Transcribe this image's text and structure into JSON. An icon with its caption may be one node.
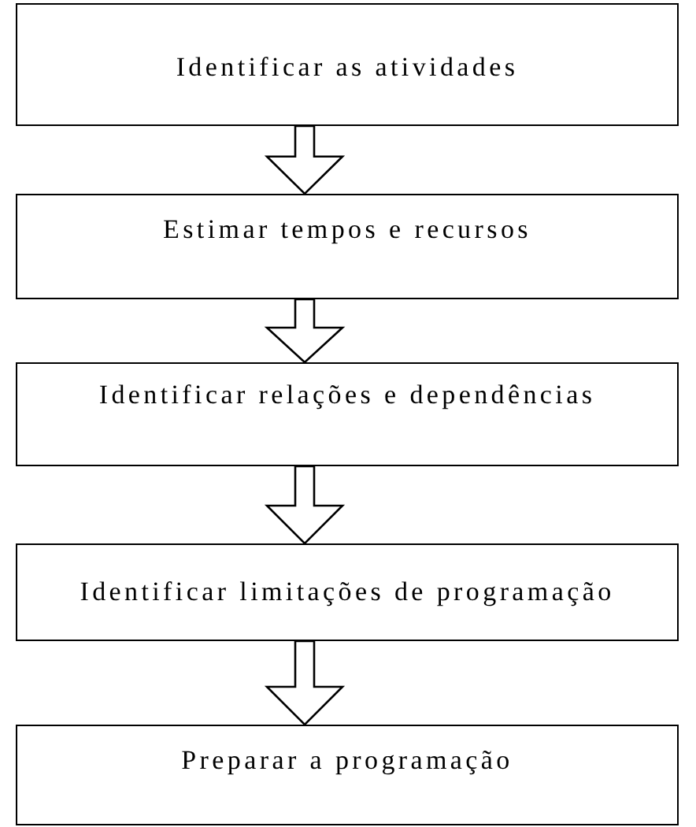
{
  "diagram": {
    "nodes": [
      {
        "text": [
          "Identificar as atividades"
        ]
      },
      {
        "text": [
          "Estimar tempos e recursos"
        ]
      },
      {
        "text": [
          "Identificar relações e dependências"
        ]
      },
      {
        "text": [
          "Identificar limitações de programação"
        ]
      },
      {
        "text": [
          "Preparar a programação"
        ]
      }
    ],
    "edges": [
      {
        "from": 0,
        "to": 1,
        "arrow": "to"
      },
      {
        "from": 1,
        "to": 2,
        "arrow": "to"
      },
      {
        "from": 2,
        "to": 3,
        "arrow": "to"
      },
      {
        "from": 3,
        "to": 4,
        "arrow": "to"
      }
    ]
  }
}
